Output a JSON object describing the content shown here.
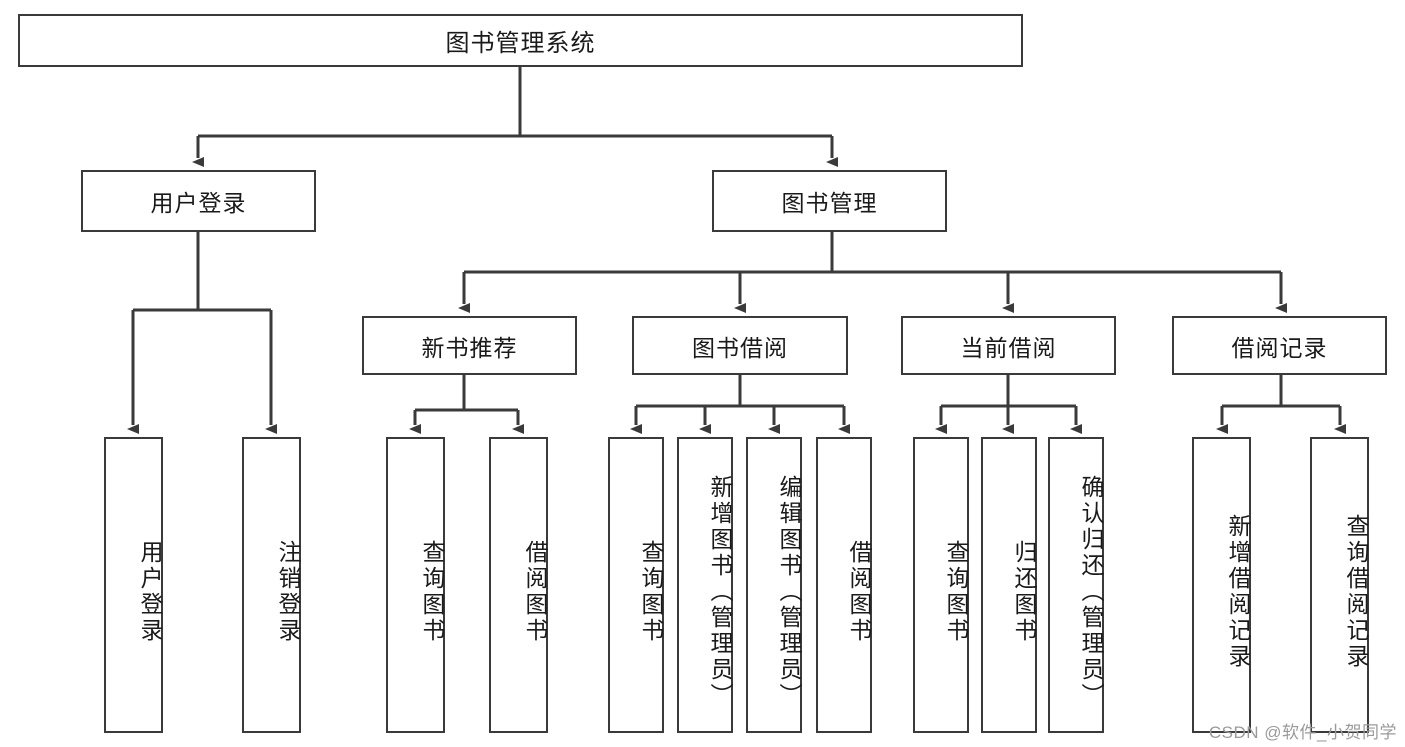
{
  "diagram": {
    "title": "图书管理系统",
    "stroke_color": "#3a3a3a",
    "background_color": "#ffffff",
    "text_color": "#1a1a1a",
    "nodes": {
      "root": {
        "label": "图书管理系统"
      },
      "level2": [
        {
          "id": "user-login",
          "label": "用户登录"
        },
        {
          "id": "book-management",
          "label": "图书管理"
        }
      ],
      "level3": [
        {
          "id": "new-book-recommend",
          "label": "新书推荐"
        },
        {
          "id": "book-borrow",
          "label": "图书借阅"
        },
        {
          "id": "current-borrow",
          "label": "当前借阅"
        },
        {
          "id": "borrow-record",
          "label": "借阅记录"
        }
      ],
      "leaves": {
        "user-login": [
          {
            "id": "leaf-user-login",
            "label": "用户登录"
          },
          {
            "id": "leaf-logout-login",
            "label": "注销登录"
          }
        ],
        "new-book-recommend": [
          {
            "id": "leaf-query-book-1",
            "label": "查询图书"
          },
          {
            "id": "leaf-borrow-book-1",
            "label": "借阅图书"
          }
        ],
        "book-borrow": [
          {
            "id": "leaf-query-book-2",
            "label": "查询图书"
          },
          {
            "id": "leaf-add-book",
            "label": "新增图书（管理员）"
          },
          {
            "id": "leaf-edit-book",
            "label": "编辑图书（管理员）"
          },
          {
            "id": "leaf-borrow-book-2",
            "label": "借阅图书"
          }
        ],
        "current-borrow": [
          {
            "id": "leaf-query-book-3",
            "label": "查询图书"
          },
          {
            "id": "leaf-return-book",
            "label": "归还图书"
          },
          {
            "id": "leaf-confirm-return",
            "label": "确认归还（管理员）"
          }
        ],
        "borrow-record": [
          {
            "id": "leaf-add-record",
            "label": "新增借阅记录"
          },
          {
            "id": "leaf-query-record",
            "label": "查询借阅记录"
          }
        ]
      }
    },
    "watermark": "CSDN @软件_小贺同学"
  }
}
